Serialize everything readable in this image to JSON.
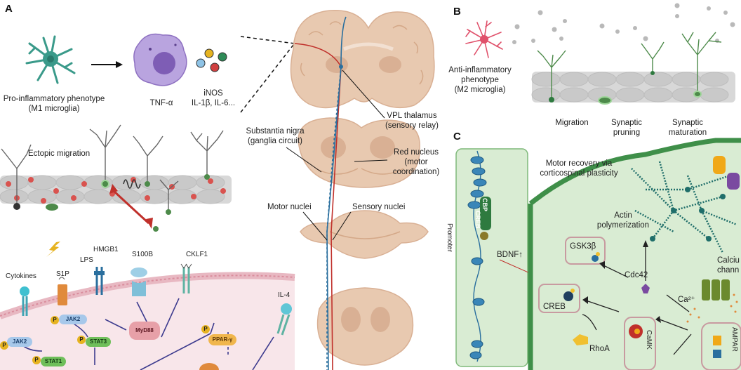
{
  "panels": {
    "a": "A",
    "b": "B",
    "c": "C"
  },
  "panel_a": {
    "m1_label_line1": "Pro-inflammatory phenotype",
    "m1_label_line2": "(M1 microglia)",
    "tnf": "TNF-α",
    "inos_line1": "iNOS",
    "inos_line2": "IL-1β, IL-6...",
    "ectopic": "Ectopic migration",
    "receptors": {
      "cytokines": "Cytokines",
      "s1p": "S1P",
      "lps": "LPS",
      "hmgb1": "HMGB1",
      "s100b": "S100B",
      "cklf1": "CKLF1",
      "il4": "IL-4"
    },
    "nodes": {
      "jak2_a": "JAK2",
      "jak2_b": "JAK2",
      "stat3": "STAT3",
      "stat1": "STAT1",
      "myd88": "MyD88",
      "ppar": "PPAR-γ",
      "p": "P"
    }
  },
  "brain": {
    "vpl_line1": "VPL thalamus",
    "vpl_line2": "(sensory relay)",
    "sn_line1": "Substantia nigra",
    "sn_line2": "(ganglia circuit)",
    "red_line1": "Red nucleus",
    "red_line2": "(motor",
    "red_line3": "coordination)",
    "motor": "Motor nuclei",
    "sensory": "Sensory nuclei"
  },
  "panel_b": {
    "m2_line1": "Anti-inflammatory",
    "m2_line2": "phenotype",
    "m2_line3": "(M2 microglia)",
    "migration": "Migration",
    "pruning_line1": "Synaptic",
    "pruning_line2": "pruning",
    "maturation_line1": "Synaptic",
    "maturation_line2": "maturation"
  },
  "panel_c": {
    "motor_recovery_line1": "Motor recovery via",
    "motor_recovery_line2": "corticospinal plasticity",
    "promoter": "Promoter",
    "creb_v": "CREB",
    "cbp_v": "CBP",
    "bdnf": "BDNF↑",
    "gsk3b": "GSK3β",
    "creb": "CREB",
    "actin_line1": "Actin",
    "actin_line2": "polymerization",
    "cdc42": "Cdc42",
    "ca": "Ca²⁺",
    "rhoa": "RhoA",
    "camk": "CaMK",
    "calcium_line1": "Calciu",
    "calcium_line2": "chann",
    "ampar": "AMPAR"
  },
  "colors": {
    "brain": "#e8c9b0",
    "brain_dark": "#d9b094",
    "neuron_green": "#4d8a4a",
    "myelin": "#cfcfcf",
    "red_cell": "#d9534f",
    "panel_c_bg": "#d9ecd3",
    "panel_c_border": "#3f8f49",
    "dna": "#2a6f9e",
    "microglia_m1": "#3a9a8a",
    "microglia_m2": "#e0516b",
    "tnf_cell": "#9b7fc9"
  }
}
